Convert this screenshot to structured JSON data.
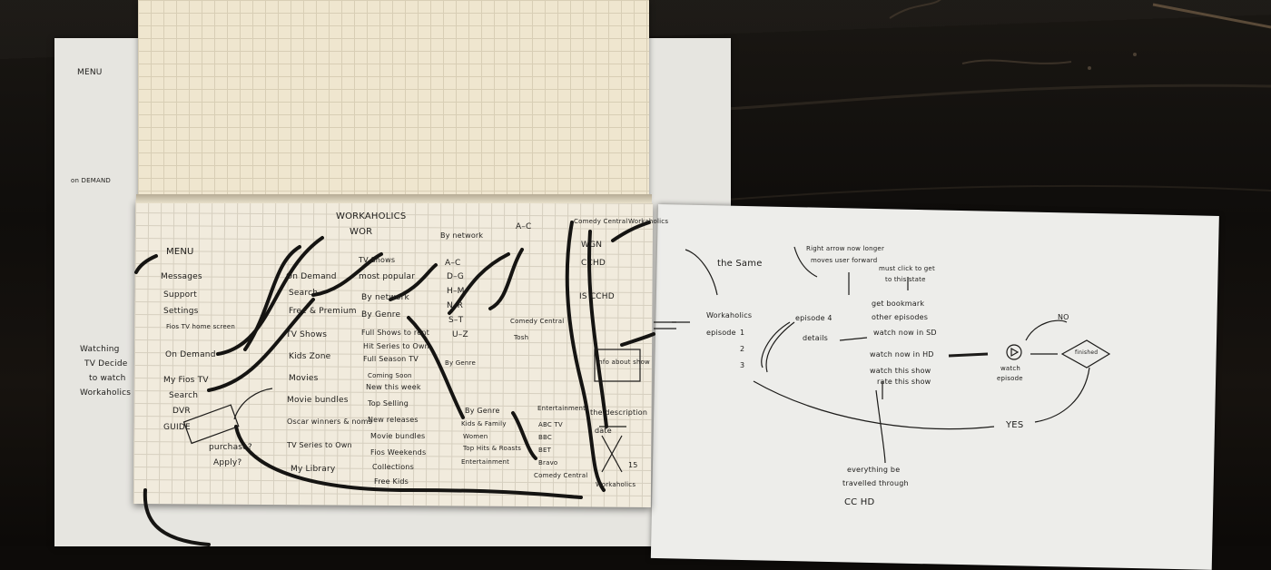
{
  "photo_subject": "",
  "left_sheet": {
    "menu": "MENU",
    "on_demand": "on DEMAND"
  },
  "notebook": {
    "title": "WORKAHOLICS",
    "subtitle": "WOR",
    "menu_title": "MENU",
    "menu_items": [
      "Messages",
      "Support",
      "Settings",
      "Fios TV home screen",
      "On Demand",
      "My Fios TV",
      "Search",
      "DVR",
      "GUIDE"
    ],
    "note_watching": [
      "Watching",
      "TV Decide",
      "to watch",
      "Workaholics"
    ],
    "note_purchase": "purchase?",
    "note_apply": "Apply?",
    "ondemand_col": [
      "On Demand",
      "Search",
      "Free & Premium",
      "TV Shows",
      "Kids Zone",
      "Movies",
      "Movie bundles",
      "Oscar winners & noms",
      "TV Series to Own",
      "My Library"
    ],
    "tvshows_col": [
      "TV Shows",
      "most popular",
      "By network",
      "By Genre",
      "Full Shows to rent",
      "Hit Series to Own",
      "Full Season TV"
    ],
    "movies_col": [
      "Coming Soon",
      "New this week",
      "Top Selling",
      "New releases",
      "Movie bundles",
      "Fios Weekends",
      "Collections",
      "Free Kids"
    ],
    "network_col": [
      "By network",
      "A–C",
      "D–G",
      "H–M",
      "N–R",
      "S–T",
      "U–Z",
      "By Genre"
    ],
    "alpha_col": [
      "A–C"
    ],
    "comedy_col": [
      "Comedy Central",
      "WGN",
      "CCHD",
      "IS CCHD",
      "Comedy Central",
      "Tosh"
    ],
    "genre_col": [
      "By Genre",
      "Kids & Family",
      "Women",
      "Top Hits & Roasts",
      "Entertainment"
    ],
    "ent_col": [
      "Entertainment",
      "ABC TV",
      "BBC",
      "BET",
      "Bravo",
      "Comedy Central"
    ],
    "show_col": [
      "Workaholics",
      "Info about show",
      "the description",
      "date",
      "15",
      "Workaholics"
    ]
  },
  "right_sheet": {
    "same": "the Same",
    "note_top": [
      "Right arrow now longer",
      "moves user forward",
      "must click to get",
      "to this state"
    ],
    "workaholics": "Workaholics",
    "episode_label": "episode",
    "episode_ticks": [
      "1",
      "2",
      "3"
    ],
    "episode_detail": [
      "episode 4",
      "details"
    ],
    "actions": [
      "get bookmark",
      "other episodes",
      "watch now in SD",
      "watch now in HD",
      "watch this show",
      "rate this show"
    ],
    "play_label": [
      "watch",
      "episode"
    ],
    "diamond_label": "finished",
    "no_label": "NO",
    "yes_label": "YES",
    "note_bottom": [
      "everything be",
      "travelled through",
      "CC HD"
    ]
  },
  "colors": {
    "ink": "#1d1c1a",
    "paper": "#ecebe6",
    "grid_paper": "#f1ebdd",
    "table": "#0d0b09"
  }
}
